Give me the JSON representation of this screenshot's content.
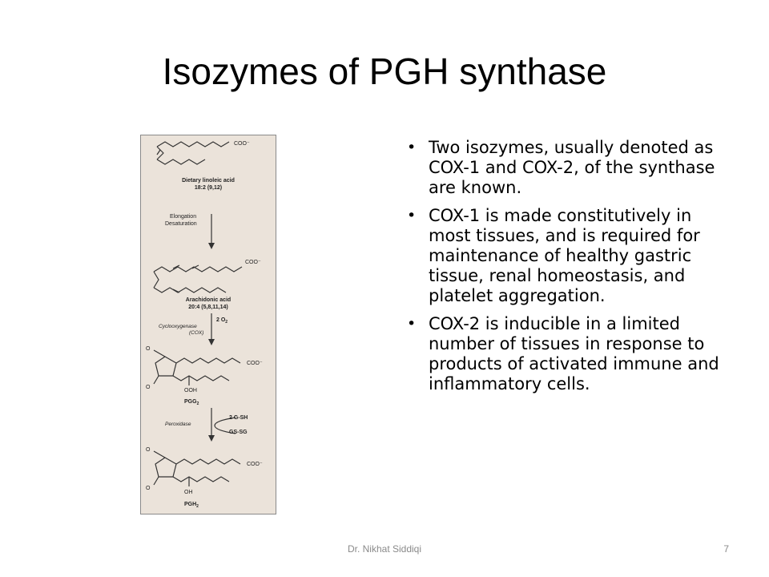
{
  "slide": {
    "title": "Isozymes of PGH synthase",
    "bullets": [
      "Two isozymes, usually denoted as COX-1 and COX-2, of the synthase are known.",
      "COX-1 is made constitutively in most tissues, and is required for maintenance of healthy gastric tissue, renal homeostasis, and platelet aggregation.",
      "COX-2 is inducible in a limited number of tissues in response to products of activated immune and inflammatory cells."
    ],
    "footer_author": "Dr. Nikhat Siddiqi",
    "page_number": "7"
  },
  "figure": {
    "step1": {
      "name": "Dietary linoleic acid",
      "formula": "18:2 (9,12)",
      "group": "COO⁻"
    },
    "arrow1": {
      "line1": "Elongation",
      "line2": "Desaturation"
    },
    "step2": {
      "name": "Arachidonic acid",
      "formula": "20:4 (5,8,11,14)",
      "group": "COO⁻"
    },
    "arrow2": {
      "enzyme": "Cyclooxygenase",
      "enzyme_abbr": "(COX)",
      "cofactor": "2 O",
      "cofactor_sub": "2"
    },
    "step3": {
      "name": "PGG",
      "name_sub": "2",
      "group": "COO⁻",
      "substituent": "OOH",
      "ring_o": "O"
    },
    "arrow3": {
      "enzyme": "Peroxidase",
      "in": "2 G-SH",
      "out": "GS-SG"
    },
    "step4": {
      "name": "PGH",
      "name_sub": "2",
      "group": "COO⁻",
      "substituent": "OH",
      "ring_o": "O"
    }
  }
}
